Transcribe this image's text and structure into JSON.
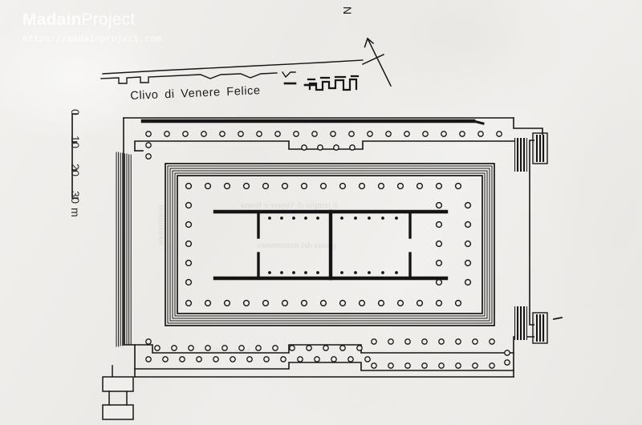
{
  "watermark": {
    "title_bold": "Madain",
    "title_light": "Project",
    "url": "https://madainproject.com"
  },
  "plan": {
    "street_label": "Clivo di Venere Felice",
    "north_label": "N",
    "scale": {
      "unit_suffix": "m",
      "ticks": [
        "0",
        "10",
        "20",
        "30 m"
      ]
    }
  },
  "colors": {
    "background": "#efeeec",
    "ink": "#141414",
    "ink_soft": "#2c2c2c",
    "watermark": "#ffffff"
  }
}
